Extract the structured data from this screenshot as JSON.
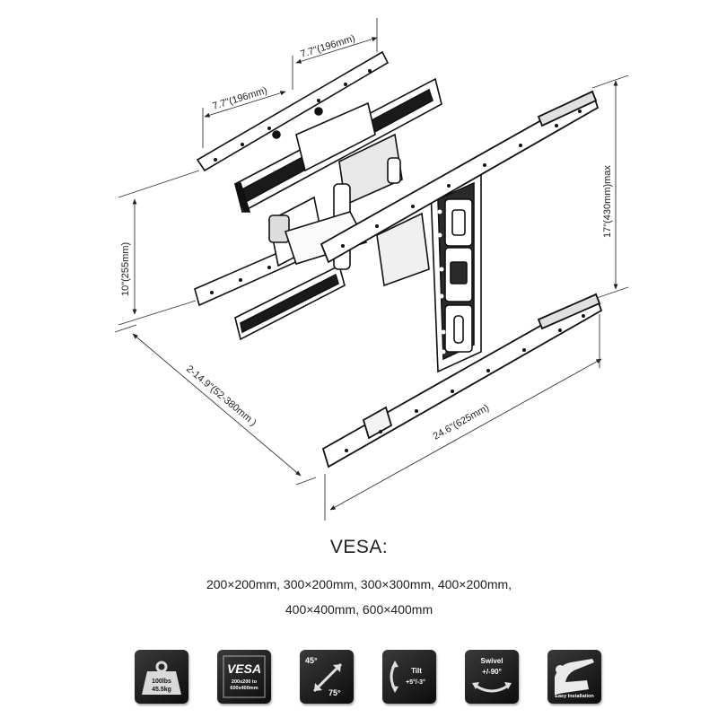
{
  "dimensions": {
    "vesa_spacing_left": "7.7\"(196mm)",
    "vesa_spacing_right": "7.7\"(196mm)",
    "lower_height": "10\"(255mm)",
    "max_height": "17\"(430mm)max",
    "extension": "2-14.9\"(52-380mm  )",
    "width": "24.6\"(625mm)"
  },
  "vesa": {
    "heading": "VESA:",
    "line1": "200×200mm, 300×200mm, 300×300mm, 400×200mm,",
    "line2": "400×400mm, 600×400mm"
  },
  "features": {
    "weight": {
      "top": "100lbs",
      "bottom": "45.5kg",
      "icon": "weight-icon"
    },
    "vesa": {
      "title": "VESA",
      "sub1": "200x200 to",
      "sub2": "600x400mm",
      "icon": "vesa-icon"
    },
    "swivel_angle": {
      "top": "45°",
      "bottom": "75°",
      "icon": "double-arrow-icon"
    },
    "tilt": {
      "title": "Tilt",
      "range": "+5°/-3°",
      "icon": "tilt-arrow-icon"
    },
    "swivel": {
      "title": "Swivel",
      "range": "+/-90°",
      "icon": "swivel-arrow-icon"
    },
    "install": {
      "label": "Easy Installation",
      "icon": "installer-icon"
    }
  }
}
